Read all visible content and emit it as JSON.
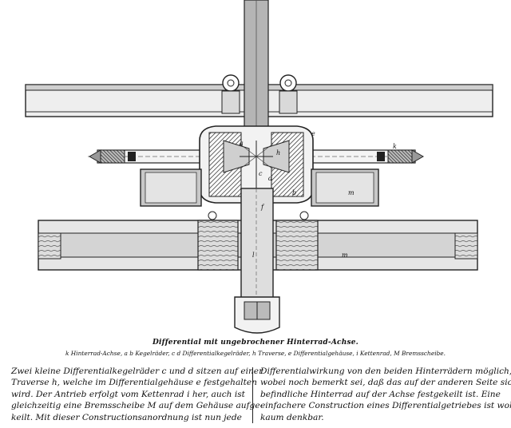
{
  "figure": {
    "labels": {
      "k": "k",
      "e": "e",
      "a": "a",
      "c": "c",
      "b": "b",
      "d": "d",
      "h": "h",
      "m": "m",
      "f": "f",
      "l": "l"
    }
  },
  "caption": {
    "title": "Differential mit ungebrochener Hinterrad-Achse.",
    "legend": "k Hinterrad-Achse, a b Kegelräder, c d Differentialkegelräder, h Traverse, e Differentialgehäuse, i Kettenrad, M Bremsscheibe."
  },
  "body_text": {
    "left_lines": [
      "Zwei kleine Differentialkegelräder c und d sitzen auf einer",
      "Traverse h, welche im Differentialgehäuse e festgehalten",
      "wird. Der Antrieb erfolgt vom Kettenrad i her, auch ist",
      "gleichzeitig eine Bremsscheibe M auf dem Gehäuse aufge-",
      "keilt. Mit dieser Constructionsanordnung ist nun jede"
    ],
    "right_lines": [
      "Differentialwirkung von den beiden Hinterrädern möglich,",
      "wobei noch bemerkt sei, daß das auf der anderen Seite sich",
      "befindliche Hinterrad auf der Achse festgekeilt ist. Eine",
      "einfachere Construction eines Differentialgetriebes ist wohl",
      "kaum denkbar."
    ]
  }
}
